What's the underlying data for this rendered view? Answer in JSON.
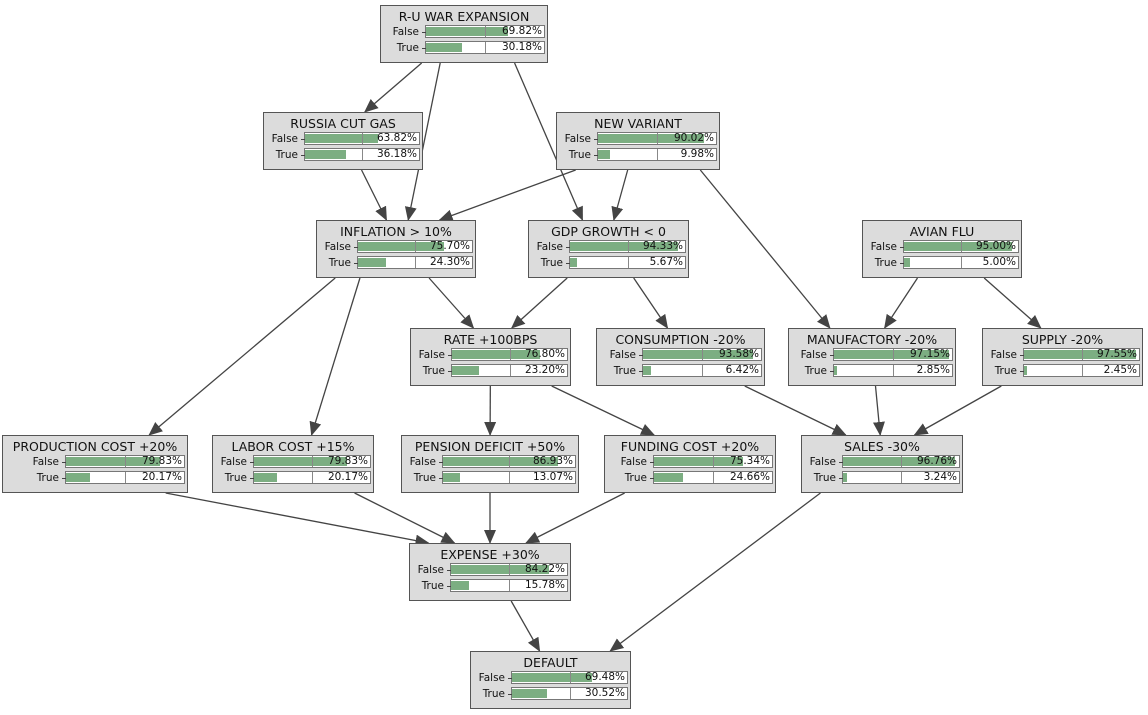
{
  "nodes": [
    {
      "id": "ru_war",
      "title": "R-U WAR EXPANSION",
      "states": [
        {
          "label": "False",
          "value": 69.82,
          "text": "69.82%"
        },
        {
          "label": "True",
          "value": 30.18,
          "text": "30.18%"
        }
      ]
    },
    {
      "id": "russia_gas",
      "title": "RUSSIA CUT GAS",
      "states": [
        {
          "label": "False",
          "value": 63.82,
          "text": "63.82%"
        },
        {
          "label": "True",
          "value": 36.18,
          "text": "36.18%"
        }
      ]
    },
    {
      "id": "new_variant",
      "title": "NEW VARIANT",
      "states": [
        {
          "label": "False",
          "value": 90.02,
          "text": "90.02%"
        },
        {
          "label": "True",
          "value": 9.98,
          "text": "9.98%"
        }
      ]
    },
    {
      "id": "inflation",
      "title": "INFLATION > 10%",
      "states": [
        {
          "label": "False",
          "value": 75.7,
          "text": "75.70%"
        },
        {
          "label": "True",
          "value": 24.3,
          "text": "24.30%"
        }
      ]
    },
    {
      "id": "gdp",
      "title": "GDP GROWTH < 0",
      "states": [
        {
          "label": "False",
          "value": 94.33,
          "text": "94.33%"
        },
        {
          "label": "True",
          "value": 5.67,
          "text": "5.67%"
        }
      ]
    },
    {
      "id": "avian_flu",
      "title": "AVIAN FLU",
      "states": [
        {
          "label": "False",
          "value": 95.0,
          "text": "95.00%"
        },
        {
          "label": "True",
          "value": 5.0,
          "text": "5.00%"
        }
      ]
    },
    {
      "id": "rate",
      "title": "RATE +100BPS",
      "states": [
        {
          "label": "False",
          "value": 76.8,
          "text": "76.80%"
        },
        {
          "label": "True",
          "value": 23.2,
          "text": "23.20%"
        }
      ]
    },
    {
      "id": "consumption",
      "title": "CONSUMPTION -20%",
      "states": [
        {
          "label": "False",
          "value": 93.58,
          "text": "93.58%"
        },
        {
          "label": "True",
          "value": 6.42,
          "text": "6.42%"
        }
      ]
    },
    {
      "id": "manufactory",
      "title": "MANUFACTORY -20%",
      "states": [
        {
          "label": "False",
          "value": 97.15,
          "text": "97.15%"
        },
        {
          "label": "True",
          "value": 2.85,
          "text": "2.85%"
        }
      ]
    },
    {
      "id": "supply",
      "title": "SUPPLY -20%",
      "states": [
        {
          "label": "False",
          "value": 97.55,
          "text": "97.55%"
        },
        {
          "label": "True",
          "value": 2.45,
          "text": "2.45%"
        }
      ]
    },
    {
      "id": "production",
      "title": "PRODUCTION COST +20%",
      "states": [
        {
          "label": "False",
          "value": 79.83,
          "text": "79.83%"
        },
        {
          "label": "True",
          "value": 20.17,
          "text": "20.17%"
        }
      ]
    },
    {
      "id": "labor",
      "title": "LABOR COST +15%",
      "states": [
        {
          "label": "False",
          "value": 79.83,
          "text": "79.83%"
        },
        {
          "label": "True",
          "value": 20.17,
          "text": "20.17%"
        }
      ]
    },
    {
      "id": "pension",
      "title": "PENSION DEFICIT +50%",
      "states": [
        {
          "label": "False",
          "value": 86.93,
          "text": "86.93%"
        },
        {
          "label": "True",
          "value": 13.07,
          "text": "13.07%"
        }
      ]
    },
    {
      "id": "funding",
      "title": "FUNDING COST +20%",
      "states": [
        {
          "label": "False",
          "value": 75.34,
          "text": "75.34%"
        },
        {
          "label": "True",
          "value": 24.66,
          "text": "24.66%"
        }
      ]
    },
    {
      "id": "sales",
      "title": "SALES -30%",
      "states": [
        {
          "label": "False",
          "value": 96.76,
          "text": "96.76%"
        },
        {
          "label": "True",
          "value": 3.24,
          "text": "3.24%"
        }
      ]
    },
    {
      "id": "expense",
      "title": "EXPENSE +30%",
      "states": [
        {
          "label": "False",
          "value": 84.22,
          "text": "84.22%"
        },
        {
          "label": "True",
          "value": 15.78,
          "text": "15.78%"
        }
      ]
    },
    {
      "id": "default",
      "title": "DEFAULT",
      "states": [
        {
          "label": "False",
          "value": 69.48,
          "text": "69.48%"
        },
        {
          "label": "True",
          "value": 30.52,
          "text": "30.52%"
        }
      ]
    }
  ],
  "edges": [
    {
      "from": "ru_war",
      "to": "russia_gas"
    },
    {
      "from": "ru_war",
      "to": "inflation"
    },
    {
      "from": "ru_war",
      "to": "gdp"
    },
    {
      "from": "russia_gas",
      "to": "inflation"
    },
    {
      "from": "new_variant",
      "to": "inflation"
    },
    {
      "from": "new_variant",
      "to": "gdp"
    },
    {
      "from": "new_variant",
      "to": "manufactory"
    },
    {
      "from": "inflation",
      "to": "rate"
    },
    {
      "from": "inflation",
      "to": "production"
    },
    {
      "from": "inflation",
      "to": "labor"
    },
    {
      "from": "gdp",
      "to": "rate"
    },
    {
      "from": "gdp",
      "to": "consumption"
    },
    {
      "from": "avian_flu",
      "to": "manufactory"
    },
    {
      "from": "avian_flu",
      "to": "supply"
    },
    {
      "from": "rate",
      "to": "pension"
    },
    {
      "from": "rate",
      "to": "funding"
    },
    {
      "from": "consumption",
      "to": "sales"
    },
    {
      "from": "manufactory",
      "to": "sales"
    },
    {
      "from": "supply",
      "to": "sales"
    },
    {
      "from": "production",
      "to": "expense"
    },
    {
      "from": "labor",
      "to": "expense"
    },
    {
      "from": "pension",
      "to": "expense"
    },
    {
      "from": "funding",
      "to": "expense"
    },
    {
      "from": "expense",
      "to": "default"
    },
    {
      "from": "sales",
      "to": "default"
    }
  ]
}
